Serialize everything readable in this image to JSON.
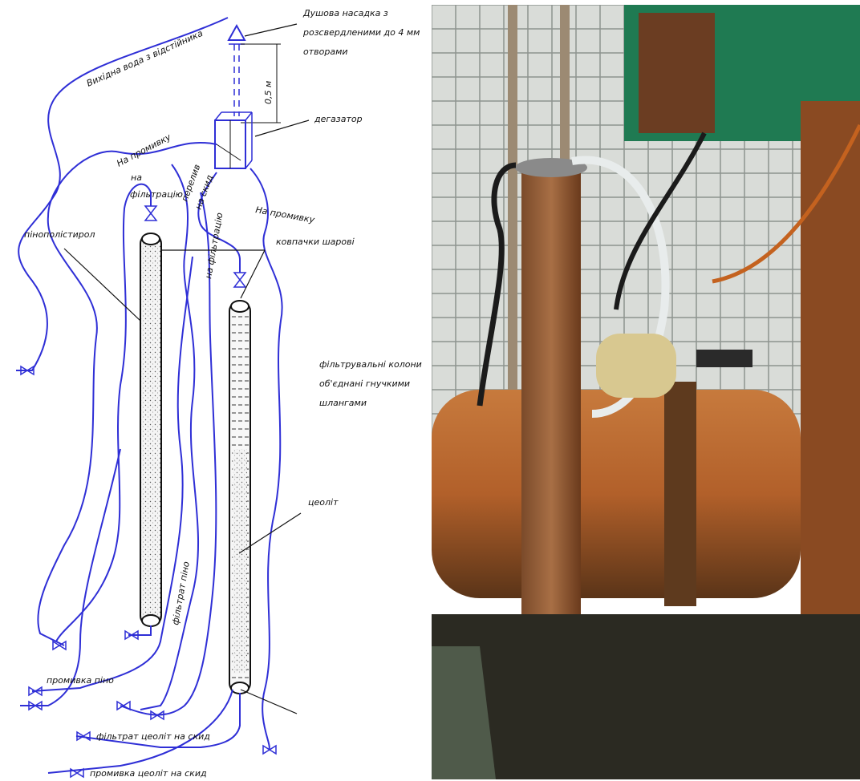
{
  "diagram": {
    "colors": {
      "hose": "#2f2fd6",
      "text": "#111111",
      "column_fill": "#f2f2f2"
    },
    "labels": {
      "water_source": "Вихідна вода з відстійника",
      "nozzle": "Душова насадка з",
      "nozzle_2": "розсвердленими до 4 мм",
      "nozzle_3": "отворами",
      "height": "0,5 м",
      "degasser": "дегазатор",
      "to_wash": "На промивку",
      "to_filter": "на",
      "to_filter_2": "фільтрацію",
      "transfer": "перелив",
      "to_discharge": "на скид",
      "to_filter_vert": "на фільтрацію",
      "to_wash_2": "На промивку",
      "column_caps": "ковпачки шарові",
      "polystyrene": "пінополістирол",
      "zeolite": "цеоліт",
      "filtrate_foam": "фільтрат піно",
      "wash_foam": "промивка піно",
      "filtrate_zeolite": "фільтрат цеоліт на скид",
      "wash_zeolite": "промивка цеоліт на скид",
      "connection_note": "фільтрувальні колони",
      "connection_note_2": "об'єднані гнучкими",
      "connection_note_3": "шлангами"
    }
  },
  "photo": {
    "colors": {
      "tile": "#d9dcd8",
      "grout": "#8e948f",
      "rust": "#b2602a",
      "dark_rust": "#6a3a1c",
      "green": "#1f7a52",
      "floor": "#2b2a22"
    }
  }
}
